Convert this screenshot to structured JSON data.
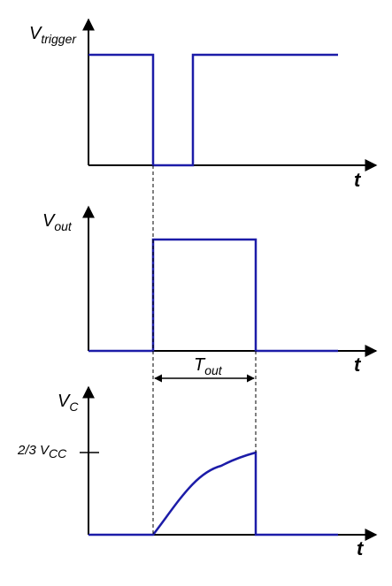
{
  "colors": {
    "signal": "#1c1ca8",
    "axis": "#000000"
  },
  "panels": {
    "trigger": {
      "y_label_main": "V",
      "y_label_sub": "trigger",
      "x_label": "t"
    },
    "output": {
      "y_label_main": "V",
      "y_label_sub": "out",
      "x_label": "t",
      "pulse_width_label_main": "T",
      "pulse_width_label_sub": "out"
    },
    "capacitor": {
      "y_label_main": "V",
      "y_label_sub": "C",
      "x_label": "t",
      "threshold_label_prefix": "2/3 V",
      "threshold_label_sub": "CC"
    }
  }
}
